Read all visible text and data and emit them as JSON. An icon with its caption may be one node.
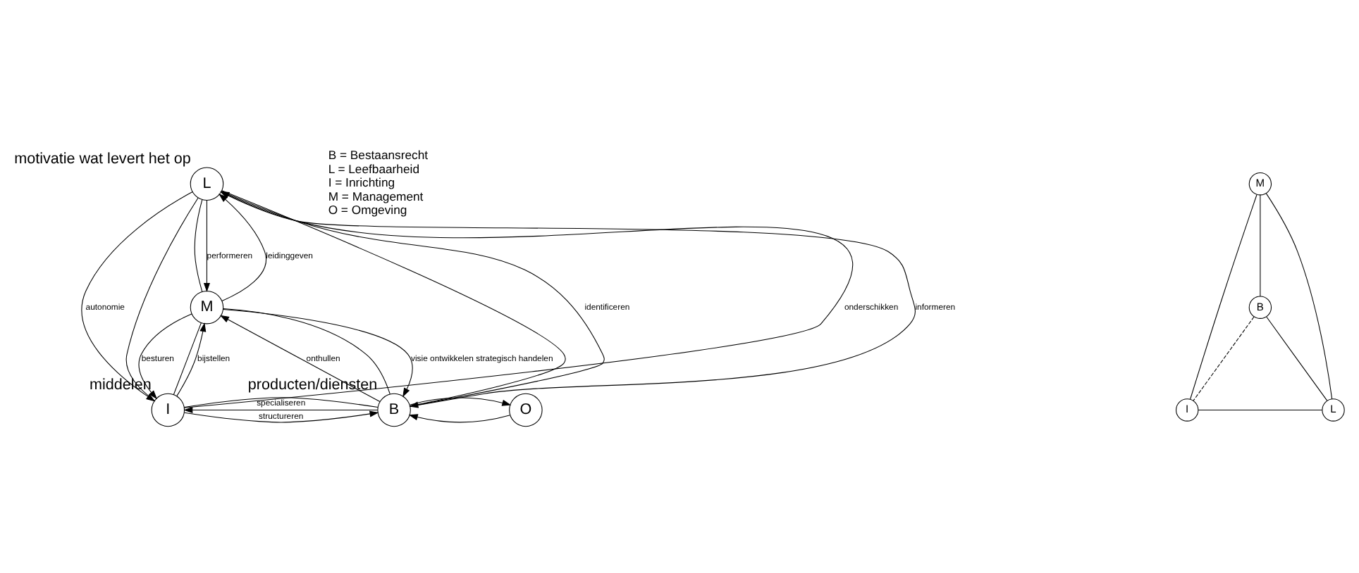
{
  "diagram": {
    "nodes": [
      {
        "text": [
          "L"
        ],
        "beside": [
          "motivatie wat levert het op"
        ]
      },
      {
        "text": [
          "M"
        ]
      },
      {
        "text": [
          "I"
        ],
        "beside": [
          "middelen"
        ]
      },
      {
        "text": [
          "B"
        ],
        "beside": [
          "producten/diensten"
        ]
      },
      {
        "text": [
          "O"
        ]
      },
      {
        "text": [
          "M"
        ]
      },
      {
        "text": [
          "B"
        ]
      },
      {
        "text": [
          "I"
        ]
      },
      {
        "text": [
          "L"
        ]
      }
    ],
    "edges": [
      {
        "from": 0,
        "to": 1,
        "arrow": "none"
      },
      {
        "from": 0,
        "to": 1,
        "arrow": "to",
        "label": "performeren"
      },
      {
        "from": 1,
        "to": 0,
        "arrow": "to",
        "label": "leidinggeven"
      },
      {
        "from": 0,
        "to": 2,
        "arrow": "none"
      },
      {
        "from": 2,
        "to": 0,
        "arrow": "to",
        "label": "onderschikken"
      },
      {
        "from": 0,
        "to": 2,
        "arrow": "to",
        "label": "autonomie"
      },
      {
        "from": 0,
        "to": 3,
        "arrow": "none"
      },
      {
        "from": 3,
        "to": 0,
        "arrow": "to",
        "label": "informeren"
      },
      {
        "from": 0,
        "to": 3,
        "arrow": "to",
        "label": "identificeren"
      },
      {
        "from": 1,
        "to": 2,
        "arrow": "none"
      },
      {
        "from": 1,
        "to": 2,
        "arrow": "to",
        "label": "besturen"
      },
      {
        "from": 2,
        "to": 1,
        "arrow": "to",
        "label": "bijstellen"
      },
      {
        "from": 1,
        "to": 3,
        "arrow": "none"
      },
      {
        "from": 1,
        "to": 3,
        "arrow": "to",
        "label": "visie ontwikkelen strategisch handelen"
      },
      {
        "from": 3,
        "to": 1,
        "arrow": "to",
        "label": "onthullen"
      },
      {
        "from": 2,
        "to": 3,
        "arrow": "none"
      },
      {
        "from": 2,
        "to": 3,
        "arrow": "to",
        "label": "structureren"
      },
      {
        "from": 3,
        "to": 2,
        "arrow": "to",
        "label": "specialiseren"
      },
      {
        "from": 4,
        "to": 3,
        "arrow": "to"
      },
      {
        "from": 3,
        "to": 4,
        "arrow": "to"
      },
      {
        "from": 5,
        "to": 6,
        "arrow": "none"
      },
      {
        "from": 5,
        "to": 8,
        "arrow": "none"
      },
      {
        "from": 5,
        "to": 7,
        "arrow": "none"
      },
      {
        "from": 6,
        "to": 8,
        "arrow": "none"
      },
      {
        "from": 6,
        "to": 7,
        "arrow": "none",
        "style": "dashed"
      },
      {
        "from": 8,
        "to": 7,
        "arrow": "none"
      }
    ],
    "labels": [
      "B = Bestaansrecht",
      "L = Leefbaarheid",
      "I = Inrichting",
      "M = Management",
      "O = Omgeving"
    ]
  }
}
